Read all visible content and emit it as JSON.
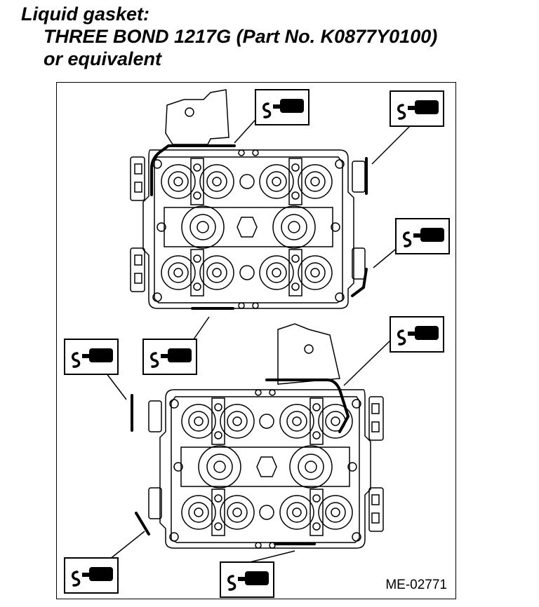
{
  "heading": {
    "line1": "Liquid gasket:",
    "line2": "THREE BOND 1217G (Part No. K0877Y0100)",
    "line3": "or equivalent"
  },
  "figure": {
    "code": "ME-02771",
    "symbol_name": "liquid-gasket-symbol-icon",
    "symbol_glyph": "S"
  },
  "colors": {
    "ink": "#000000",
    "paper": "#ffffff",
    "gasket_line": "#000000"
  }
}
